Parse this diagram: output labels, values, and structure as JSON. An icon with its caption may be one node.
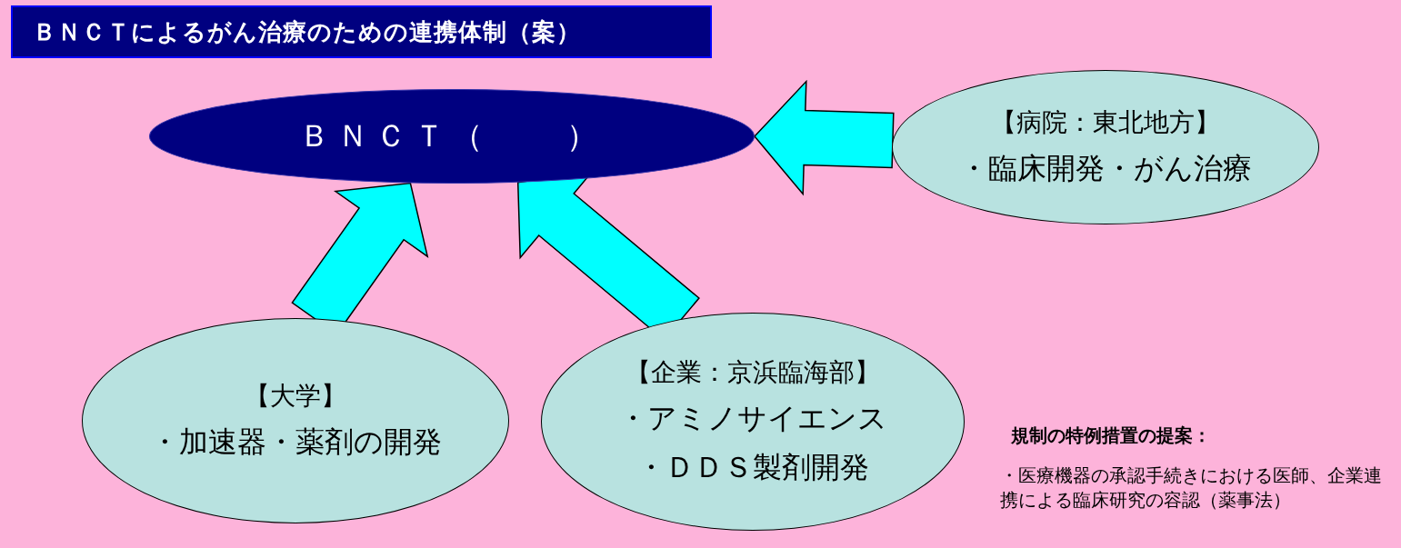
{
  "diagram": {
    "title": "ＢＮＣＴによるがん治療のための連携体制（案）",
    "nodes": [
      {
        "text": [
          "ＢＮＣＴ（　　）"
        ]
      },
      {
        "text": [
          "【病院：東北地方】",
          "・臨床開発・がん治療"
        ]
      },
      {
        "text": [
          "【大学】",
          "・加速器・薬剤の開発"
        ]
      },
      {
        "text": [
          "【企業：京浜臨海部】",
          "・アミノサイエンス",
          "・ＤＤＳ製剤開発"
        ]
      }
    ],
    "edges": [
      {
        "from": 1,
        "to": 0,
        "arrow": "to"
      },
      {
        "from": 2,
        "to": 0,
        "arrow": "to"
      },
      {
        "from": 3,
        "to": 0,
        "arrow": "to"
      }
    ],
    "labels": [
      "規制の特例措置の提案：",
      "・医療機器の承認手続きにおける医師、企業連携による臨床研究の容認（薬事法）"
    ]
  }
}
